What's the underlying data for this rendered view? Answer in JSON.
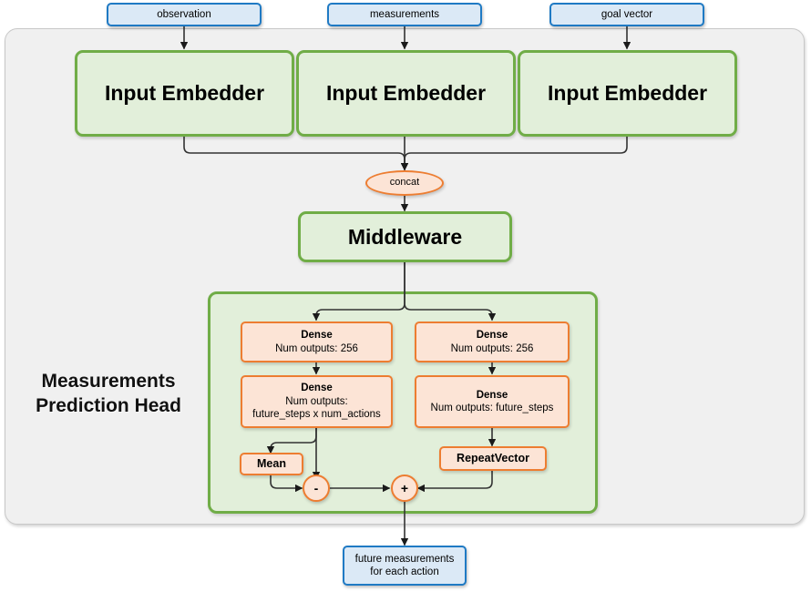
{
  "diagram": {
    "title": "Measurements Prediction Head",
    "inputs": [
      {
        "label": "observation"
      },
      {
        "label": "measurements"
      },
      {
        "label": "goal vector"
      }
    ],
    "embedders": [
      {
        "label": "Input Embedder"
      },
      {
        "label": "Input Embedder"
      },
      {
        "label": "Input Embedder"
      }
    ],
    "concat": {
      "label": "concat"
    },
    "middleware": {
      "label": "Middleware"
    },
    "head": {
      "label_line1": "Measurements",
      "label_line2": "Prediction Head",
      "left_branch": {
        "dense1": {
          "title": "Dense",
          "sub": "Num outputs: 256"
        },
        "dense2": {
          "title": "Dense",
          "sub_line1": "Num outputs:",
          "sub_line2": "future_steps x num_actions"
        },
        "mean": {
          "label": "Mean"
        }
      },
      "right_branch": {
        "dense1": {
          "title": "Dense",
          "sub": "Num outputs: 256"
        },
        "dense2": {
          "title": "Dense",
          "sub": "Num outputs: future_steps"
        },
        "repeat_vector": {
          "label": "RepeatVector"
        }
      },
      "operators": {
        "subtract": {
          "label": "-"
        },
        "add": {
          "label": "+"
        }
      }
    },
    "output": {
      "line1": "future measurements",
      "line2": "for each action"
    },
    "colors": {
      "blue_border": "#1f7ac4",
      "blue_fill": "#dbe9f6",
      "green_border": "#70ad47",
      "green_fill": "#e2efda",
      "orange_border": "#ed7d31",
      "orange_fill": "#fce4d6",
      "panel_fill": "#f0f0f0",
      "wire": "#333333"
    }
  }
}
